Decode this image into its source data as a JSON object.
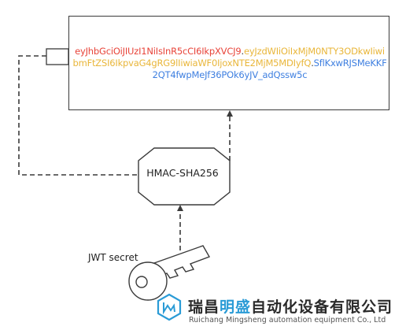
{
  "token": {
    "header": "eyJhbGciOiJIUzI1NiIsInR5cCI6IkpXVCJ9",
    "dot1": ".",
    "payload": "eyJzdWIiOiIxMjM0NTY3ODkwIiwibmFtZSI6IkpvaG4gRG9lIiwiaWF0IjoxNTE2MjM5MDIyfQ",
    "dot2": ".",
    "signature": "SflKxwRJSMeKKF2QT4fwpMeJf36POk6yJV_adQssw5c"
  },
  "hmac": {
    "label": "HMAC-SHA256"
  },
  "key": {
    "label": "JWT secret"
  },
  "watermark": {
    "cn_part1": "瑞昌",
    "cn_highlight": "明盛",
    "cn_part2": "自动化设备有限公司",
    "en": "Ruichang Mingsheng automation equipment Co., Ltd"
  },
  "colors": {
    "header": "#e8443a",
    "payload": "#e9b63a",
    "signature": "#3e7fe0",
    "line": "#3a3a3a",
    "logo": "#2a9bd6"
  }
}
